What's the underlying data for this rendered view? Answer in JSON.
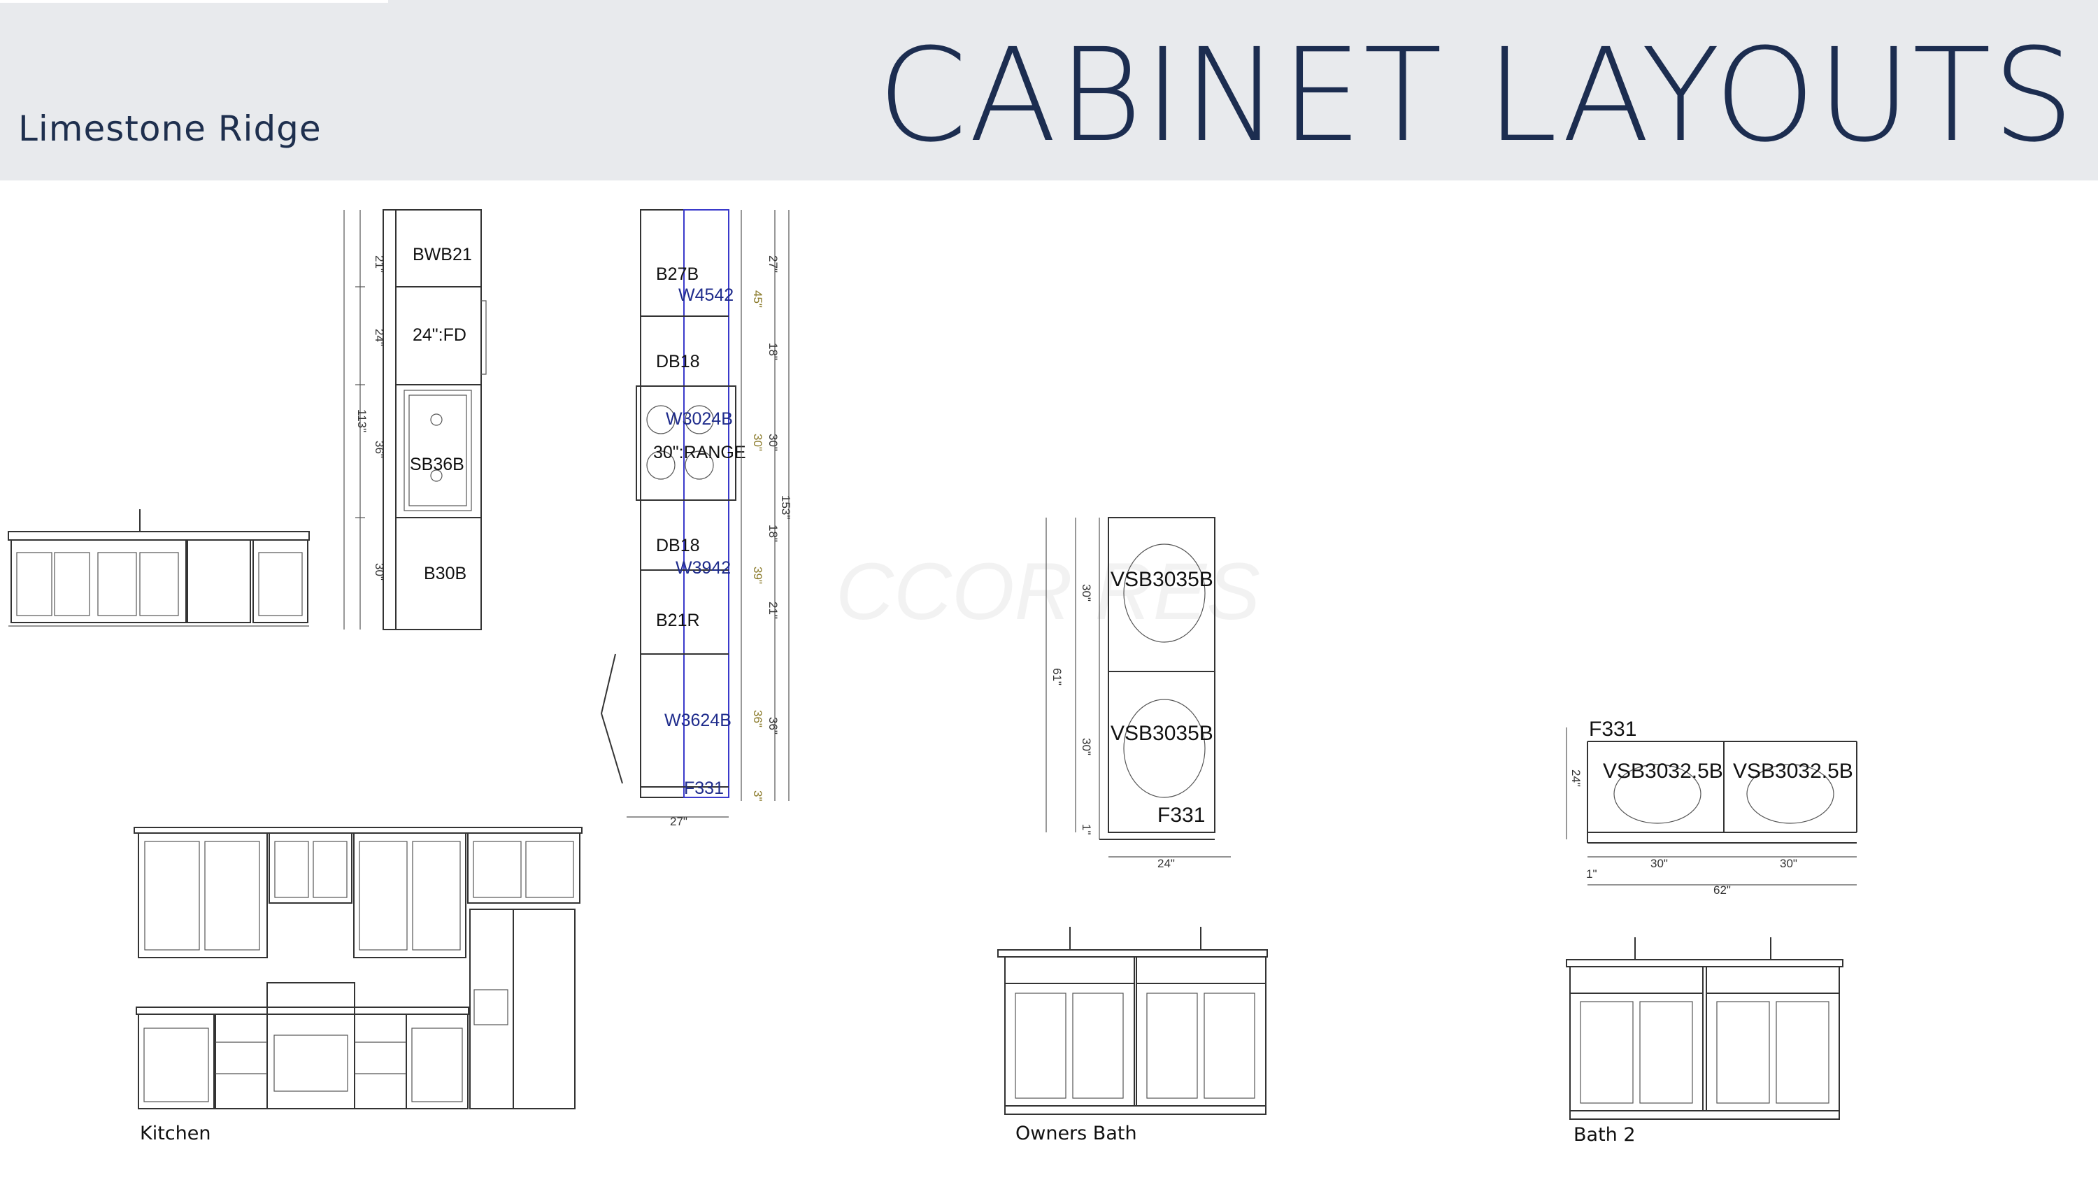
{
  "header": {
    "subtitle": "Limestone Ridge",
    "title": "CABINET LAYOUTS"
  },
  "captions": {
    "kitchen": "Kitchen",
    "owners_bath": "Owners Bath",
    "bath2": "Bath 2"
  },
  "watermark": "CCOR  RES",
  "plan_a": {
    "cabinets": [
      "BWB21",
      "24\":FD",
      "SB36B",
      "B30B"
    ],
    "dims": [
      "21\"",
      "24\"",
      "36\"",
      "30\"",
      "113\""
    ]
  },
  "plan_b": {
    "base": [
      "B27B",
      "DB18",
      "30\":RANGE",
      "DB18",
      "B21R"
    ],
    "wall": [
      "W4542",
      "W3024B",
      "W3942",
      "W3624B",
      "F331"
    ],
    "dims_yellow": [
      "45\"",
      "30\"",
      "39\"",
      "36\"",
      "3\""
    ],
    "dims_black": [
      "27\"",
      "18\"",
      "30\"",
      "18\"",
      "21\"",
      "36\""
    ],
    "total": "153\"",
    "width": "27\""
  },
  "owners_plan": {
    "cabinets": [
      "VSB3035B",
      "VSB3035B",
      "F331"
    ],
    "dims": [
      "30\"",
      "30\"",
      "61\"",
      "1\"",
      "24\""
    ]
  },
  "bath2_plan": {
    "cabinets": [
      "F331",
      "VSB3032.5B",
      "VSB3032.5B"
    ],
    "dims": [
      "24\"",
      "30\"",
      "30\"",
      "1\"",
      "62\""
    ]
  },
  "colors": {
    "header_bg": "#e8eaed",
    "title": "#1c2d50",
    "wall_cabinet_label": "#1f2c8c"
  }
}
